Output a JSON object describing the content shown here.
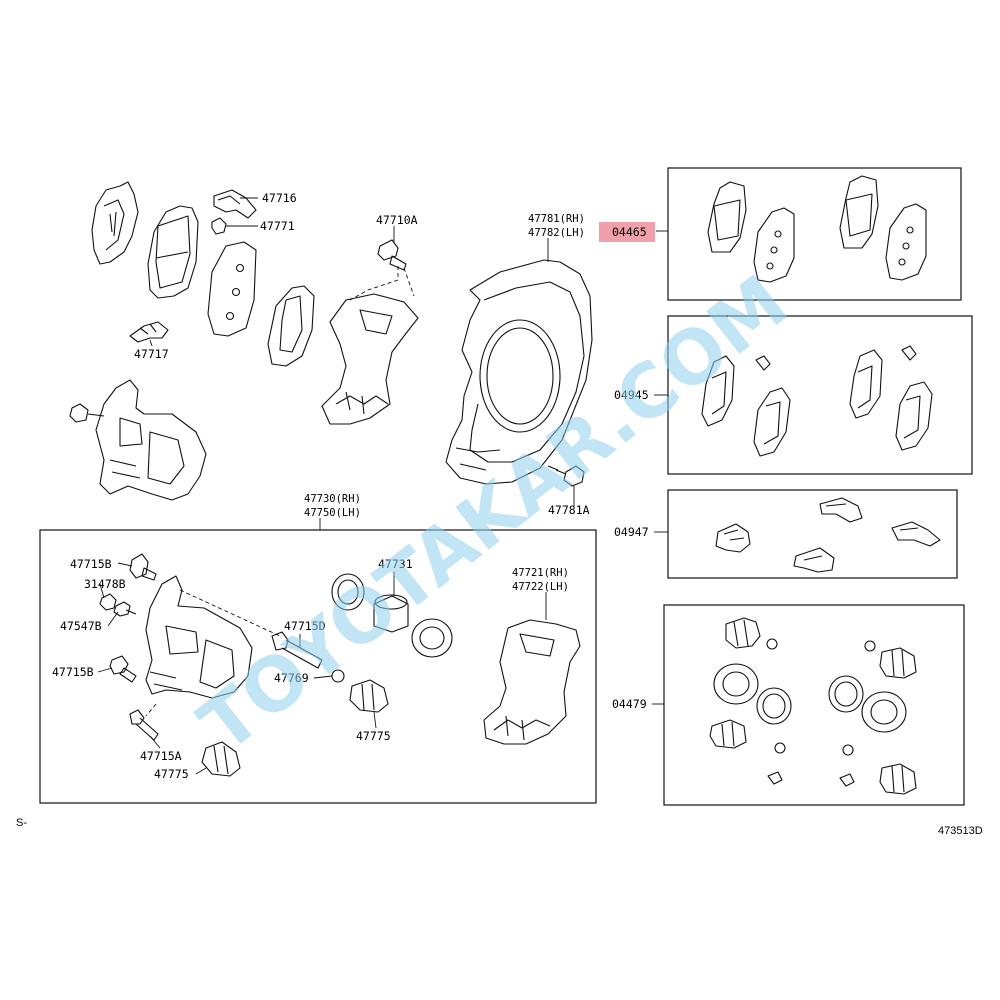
{
  "labels": {
    "p47716": "47716",
    "p47771": "47771",
    "p47717": "47717",
    "p47710A": "47710A",
    "p47781rh": "47781(RH)",
    "p47782lh": "47782(LH)",
    "p04465": "04465",
    "p04945": "04945",
    "p04947": "04947",
    "p04479": "04479",
    "p47781A": "47781A",
    "p47730rh": "47730(RH)",
    "p47750lh": "47750(LH)",
    "p47715B_1": "47715B",
    "p31478B": "31478B",
    "p47547B": "47547B",
    "p47715B_2": "47715B",
    "p47715A": "47715A",
    "p47775_1": "47775",
    "p47731": "47731",
    "p47715D": "47715D",
    "p47769": "47769",
    "p47775_2": "47775",
    "p47721rh": "47721(RH)",
    "p47722lh": "47722(LH)"
  },
  "corner_left": "S-",
  "corner_right": "473513D",
  "watermark": "TOYOTAKAR.COM",
  "highlight_color": "#f0a0aa",
  "watermark_color": "#8fd0ee"
}
